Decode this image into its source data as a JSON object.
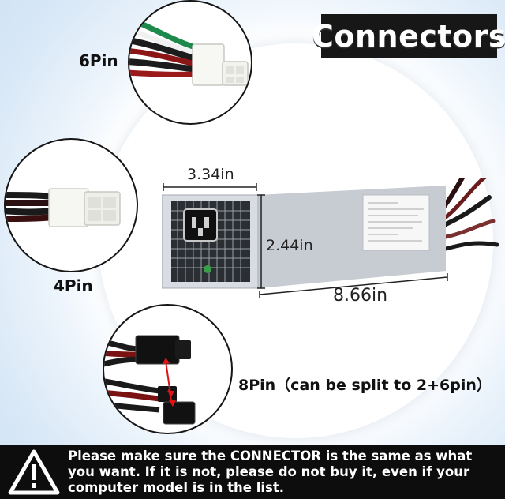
{
  "title": "Connectors",
  "connectors": [
    {
      "label": "6Pin",
      "icon": "6pin-connector-icon"
    },
    {
      "label": "4Pin",
      "icon": "4pin-connector-icon"
    },
    {
      "label": "8Pin（can be split to 2+6pin）",
      "icon": "8pin-connector-icon"
    }
  ],
  "dimensions": {
    "width": "3.34in",
    "height": "2.44in",
    "length": "8.66in"
  },
  "warning": {
    "icon": "warning-triangle-icon",
    "text": "Please make sure the CONNECTOR is the same as what you want. If it is not, please do not buy it, even if your computer model is in the list."
  },
  "colors": {
    "title_bg": "#171717",
    "warning_bg": "#0d0d0d",
    "text": "#111111",
    "background": "#d9e8f6"
  }
}
